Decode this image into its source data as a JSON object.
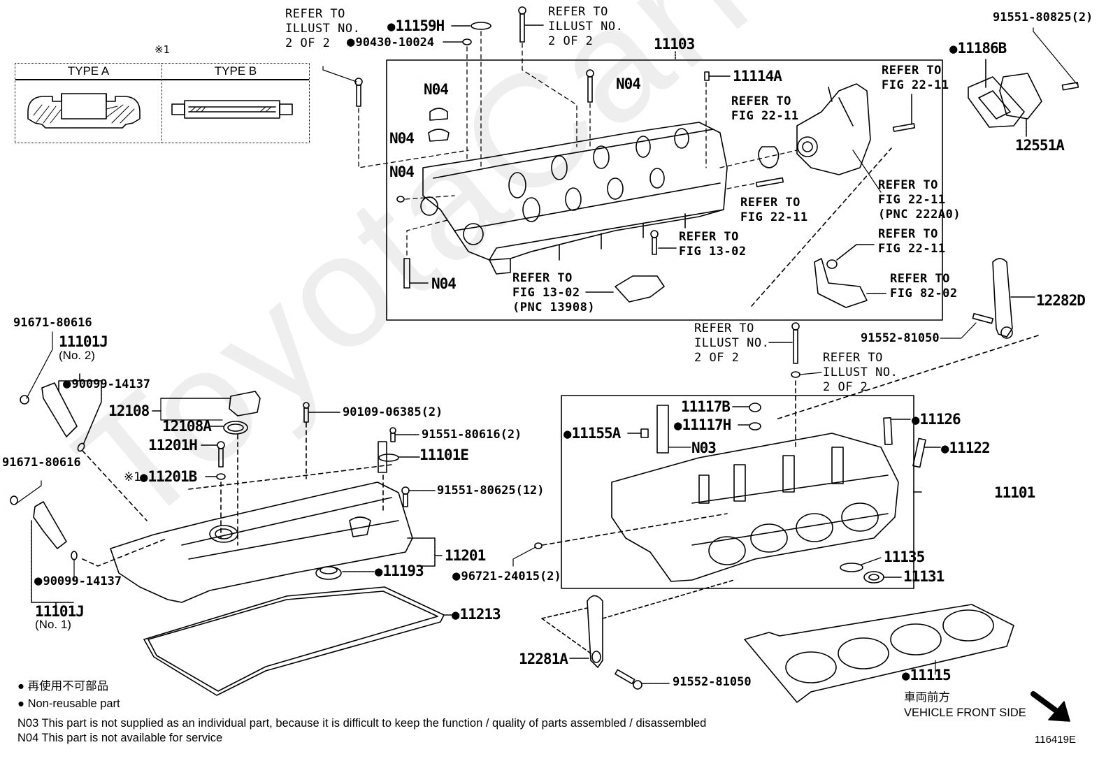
{
  "watermark": "ToyotaCarMire",
  "figure_id": "116419E",
  "type_table": {
    "marker": "※1",
    "columns": [
      "TYPE A",
      "TYPE B"
    ]
  },
  "boxes": {
    "camshaft_housing": {
      "part": "11103"
    },
    "cylinder_head": {
      "part": "11101"
    }
  },
  "labels": {
    "p11159H": "11159H",
    "p90430": "90430-10024",
    "p11103": "11103",
    "p11114A": "11114A",
    "p11186B": "11186B",
    "p91551_80825": "91551-80825(2)",
    "p12551A": "12551A",
    "n04_a": "N04",
    "n04_b": "N04",
    "n04_c": "N04",
    "n04_d": "N04",
    "n04_e": "N04",
    "p12282D": "12282D",
    "p91552_81050_a": "91552-81050",
    "p91671_a": "91671-80616",
    "p11101J_2": "11101J",
    "p11101J_2_sub": "(No. 2)",
    "p90099_a": "90099-14137",
    "p12108": "12108",
    "p12108A": "12108A",
    "p90109": "90109-06385(2)",
    "p91551_80616": "91551-80616(2)",
    "p11201H": "11201H",
    "p11101E": "11101E",
    "p11201B_marker": "※1",
    "p11201B": "11201B",
    "p91551_80625": "91551-80625(12)",
    "p91671_b": "91671-80616",
    "p11201": "11201",
    "p11193": "11193",
    "p96721": "96721-24015(2)",
    "p90099_b": "90099-14137",
    "p11101J_1": "11101J",
    "p11101J_1_sub": "(No. 1)",
    "p11213": "11213",
    "p11117B": "11117B",
    "p11117H": "11117H",
    "p11155A": "11155A",
    "n03": "N03",
    "p11126": "11126",
    "p11122": "11122",
    "p11101": "11101",
    "p11135": "11135",
    "p11131": "11131",
    "p12281A": "12281A",
    "p91552_81050_b": "91552-81050",
    "p11115": "11115"
  },
  "refers": {
    "r1": "REFER TO\nILLUST NO.\n2 OF 2",
    "r2": "REFER TO\nILLUST NO.\n2 OF 2",
    "r3": "REFER TO\nFIG 22-11",
    "r4": "REFER TO\nFIG 22-11",
    "r5": "REFER TO\nFIG 22-11",
    "r6": "REFER TO\nFIG 22-11\n(PNC 222A0)",
    "r7": "REFER TO\nFIG 13-02",
    "r8": "REFER TO\nFIG 22-11",
    "r9": "REFER TO\nFIG 13-02\n(PNC 13908)",
    "r10": "REFER TO\nFIG 82-02",
    "r11": "REFER TO\nILLUST NO.\n2 OF 2",
    "r12": "REFER TO\nILLUST NO.\n2 OF 2"
  },
  "legend": {
    "jp": "再使用不可部品",
    "en": "Non-reusable part",
    "n03": "N03  This part is not supplied as an individual part, because it is difficult to keep the function / quality of parts  assembled / disassembled",
    "n04": "N04  This part is not available for service"
  },
  "direction": {
    "jp": "車両前方",
    "en": "VEHICLE FRONT SIDE"
  }
}
